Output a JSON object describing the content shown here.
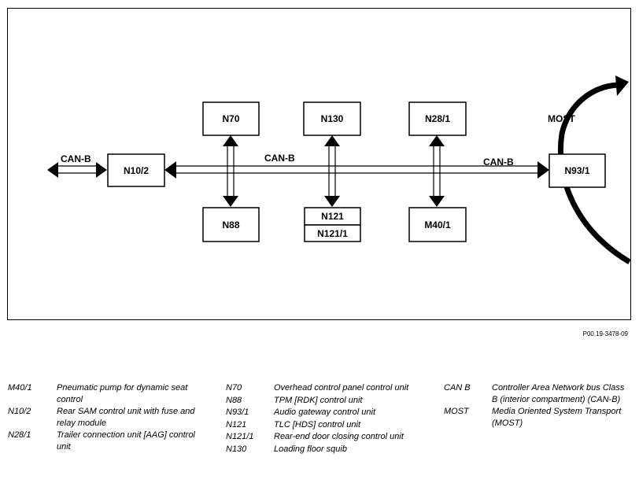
{
  "diagram": {
    "units": {
      "n70": "N70",
      "n130": "N130",
      "n28_1": "N28/1",
      "n10_2": "N10/2",
      "n93_1": "N93/1",
      "n88": "N88",
      "n121": "N121",
      "n121_1": "N121/1",
      "n40_1": "M40/1"
    },
    "bus_labels": {
      "can_b_left": "CAN-B",
      "can_b_center": "CAN-B",
      "can_b_right": "CAN-B",
      "most": "MOST"
    },
    "figure_id": "P00.19-3478-09"
  },
  "legend": {
    "col1": [
      {
        "code": "M40/1",
        "desc": "Pneumatic pump for dynamic seat control"
      },
      {
        "code": "N10/2",
        "desc": "Rear SAM control unit with fuse and relay module"
      },
      {
        "code": "N28/1",
        "desc": "Trailer connection unit [AAG] control unit"
      }
    ],
    "col2": [
      {
        "code": "N70",
        "desc": "Overhead control panel control unit"
      },
      {
        "code": "N88",
        "desc": "TPM [RDK] control unit"
      },
      {
        "code": "N93/1",
        "desc": "Audio gateway control unit"
      },
      {
        "code": "N121",
        "desc": "TLC [HDS] control unit"
      },
      {
        "code": "N121/1",
        "desc": "Rear-end door closing control unit"
      },
      {
        "code": "N130",
        "desc": "Loading floor squib"
      }
    ],
    "col3": [
      {
        "code": "CAN B",
        "desc": "Controller Area Network bus Class B (interior compartment) (CAN-B)"
      },
      {
        "code": "MOST",
        "desc": "Media Oriented System Transport (MOST)"
      }
    ]
  }
}
